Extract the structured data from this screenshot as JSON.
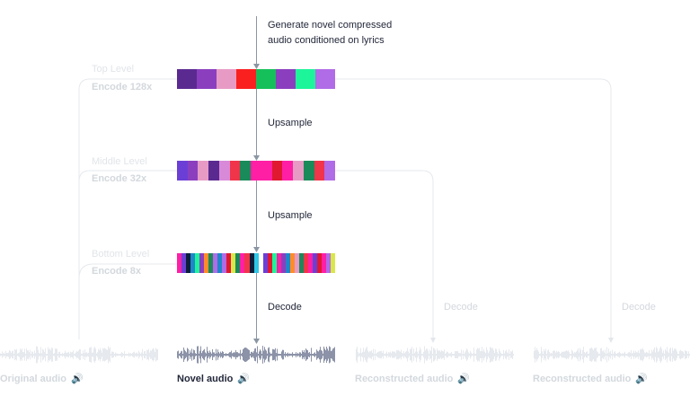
{
  "header": {
    "line1": "Generate novel compressed",
    "line2": "audio conditioned on lyrics"
  },
  "levels": {
    "top": {
      "name": "Top Level",
      "encode": "Encode 128x"
    },
    "middle": {
      "name": "Middle Level",
      "encode": "Encode 32x"
    },
    "bottom": {
      "name": "Bottom Level",
      "encode": "Encode 8x"
    }
  },
  "steps": {
    "upsample1": "Upsample",
    "upsample2": "Upsample",
    "decode_main": "Decode",
    "decode_mid": "Decode",
    "decode_right": "Decode"
  },
  "captions": {
    "original": "Original audio",
    "novel": "Novel audio",
    "recon1": "Reconstructed audio",
    "recon2": "Reconstructed audio"
  },
  "icons": {
    "speaker": "speaker-icon"
  },
  "colors": {
    "top_tokens": [
      "#5b2a91",
      "#8b3fbf",
      "#e79bc4",
      "#fa2020",
      "#15c05a",
      "#8b3fbf",
      "#1df59a",
      "#b06be6"
    ],
    "middle_tokens": [
      "#6b3fd6",
      "#8b3fbf",
      "#e79bc4",
      "#5b2a91",
      "#d88ad9",
      "#f0344a",
      "#1a8a5a",
      "#ff1fa5",
      "#ff1fa5",
      "#e01830",
      "#ff1fa5",
      "#e79bc4",
      "#1a8a5a",
      "#f0344a",
      "#b06be6"
    ],
    "bottom_tokens": [
      "#ff1fa5",
      "#6b3fd6",
      "#0b1f3a",
      "#1f86c9",
      "#1df59a",
      "#8b3fbf",
      "#ff8c2a",
      "#1a8a5a",
      "#b06be6",
      "#1f86c9",
      "#b06be6",
      "#e01830",
      "#d8e848",
      "#1a8a5a",
      "#ff1fa5",
      "#f0344a",
      "#0b1f3a",
      "#2fc7e6",
      "#ffffff",
      "#6b3fd6",
      "#e01830",
      "#1df59a",
      "#ff1fa5",
      "#8b3fbf",
      "#1f86c9",
      "#ff8c2a",
      "#e79bc4",
      "#1a8a5a",
      "#f0344a",
      "#ff1fa5",
      "#6b3fd6",
      "#e01830",
      "#ff1fa5",
      "#b06be6",
      "#d8e848"
    ],
    "arrow": "#8a96a3",
    "faint_line": "#e3e7eb",
    "wave_main": "#8c93a8",
    "wave_faint": "#e6e9ee"
  }
}
